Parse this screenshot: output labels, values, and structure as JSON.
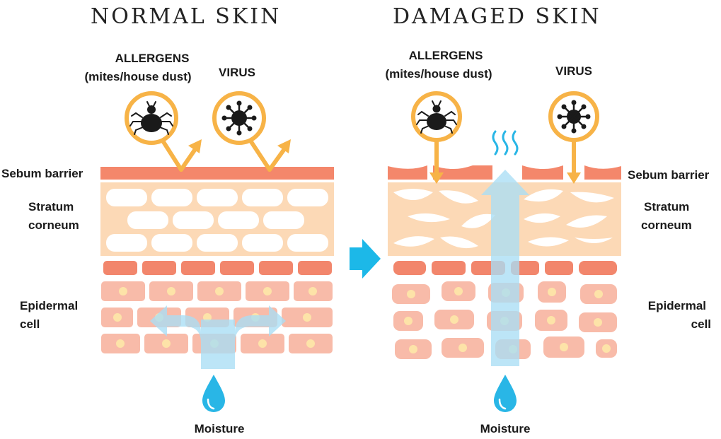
{
  "left_panel": {
    "title": "NORMAL SKIN",
    "allergens_label": "ALLERGENS",
    "allergens_sub": "(mites/house dust)",
    "virus_label": "VIRUS",
    "sebum_label": "Sebum barrier",
    "stratum_label_1": "Stratum",
    "stratum_label_2": "corneum",
    "epidermal_label_1": "Epidermal",
    "epidermal_label_2": "cell",
    "moisture_label": "Moisture"
  },
  "right_panel": {
    "title": "DAMAGED SKIN",
    "allergens_label": "ALLERGENS",
    "allergens_sub": "(mites/house dust)",
    "virus_label": "VIRUS",
    "sebum_label": "Sebum barrier",
    "stratum_label_1": "Stratum",
    "stratum_label_2": "corneum",
    "epidermal_label_1": "Epidermal",
    "epidermal_label_2": "cell",
    "moisture_label": "Moisture"
  },
  "colors": {
    "sebum": "#f4876b",
    "stratum_bg": "#fcd9b6",
    "granular": "#f2866c",
    "epidermal": "#f8bba9",
    "nucleus": "#fde3a8",
    "arrow_orange": "#f7b347",
    "moisture": "#29b6e6",
    "moisture_light": "#a9def5",
    "transition_arrow": "#1cb8e8"
  }
}
